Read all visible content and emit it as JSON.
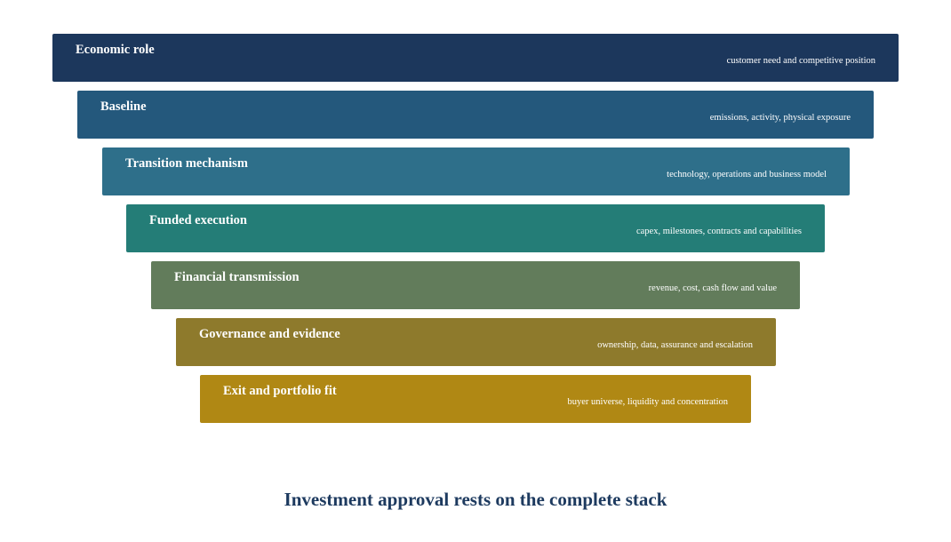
{
  "layers": [
    {
      "title": "Economic role",
      "subtitle": "customer need and competitive position",
      "color": "#1c375c"
    },
    {
      "title": "Baseline",
      "subtitle": "emissions, activity, physical exposure",
      "color": "#24587c"
    },
    {
      "title": "Transition mechanism",
      "subtitle": "technology, operations and business model",
      "color": "#2e6f8a"
    },
    {
      "title": "Funded execution",
      "subtitle": "capex, milestones, contracts and capabilities",
      "color": "#247d77"
    },
    {
      "title": "Financial transmission",
      "subtitle": "revenue, cost, cash flow and value",
      "color": "#627c5b"
    },
    {
      "title": "Governance and evidence",
      "subtitle": "ownership, data, assurance and escalation",
      "color": "#8e7a2c"
    },
    {
      "title": "Exit and portfolio fit",
      "subtitle": "buyer universe, liquidity and concentration",
      "color": "#b08814"
    }
  ],
  "footer": {
    "title": "Investment approval rests on the complete stack",
    "color": "#1d3a5f"
  }
}
